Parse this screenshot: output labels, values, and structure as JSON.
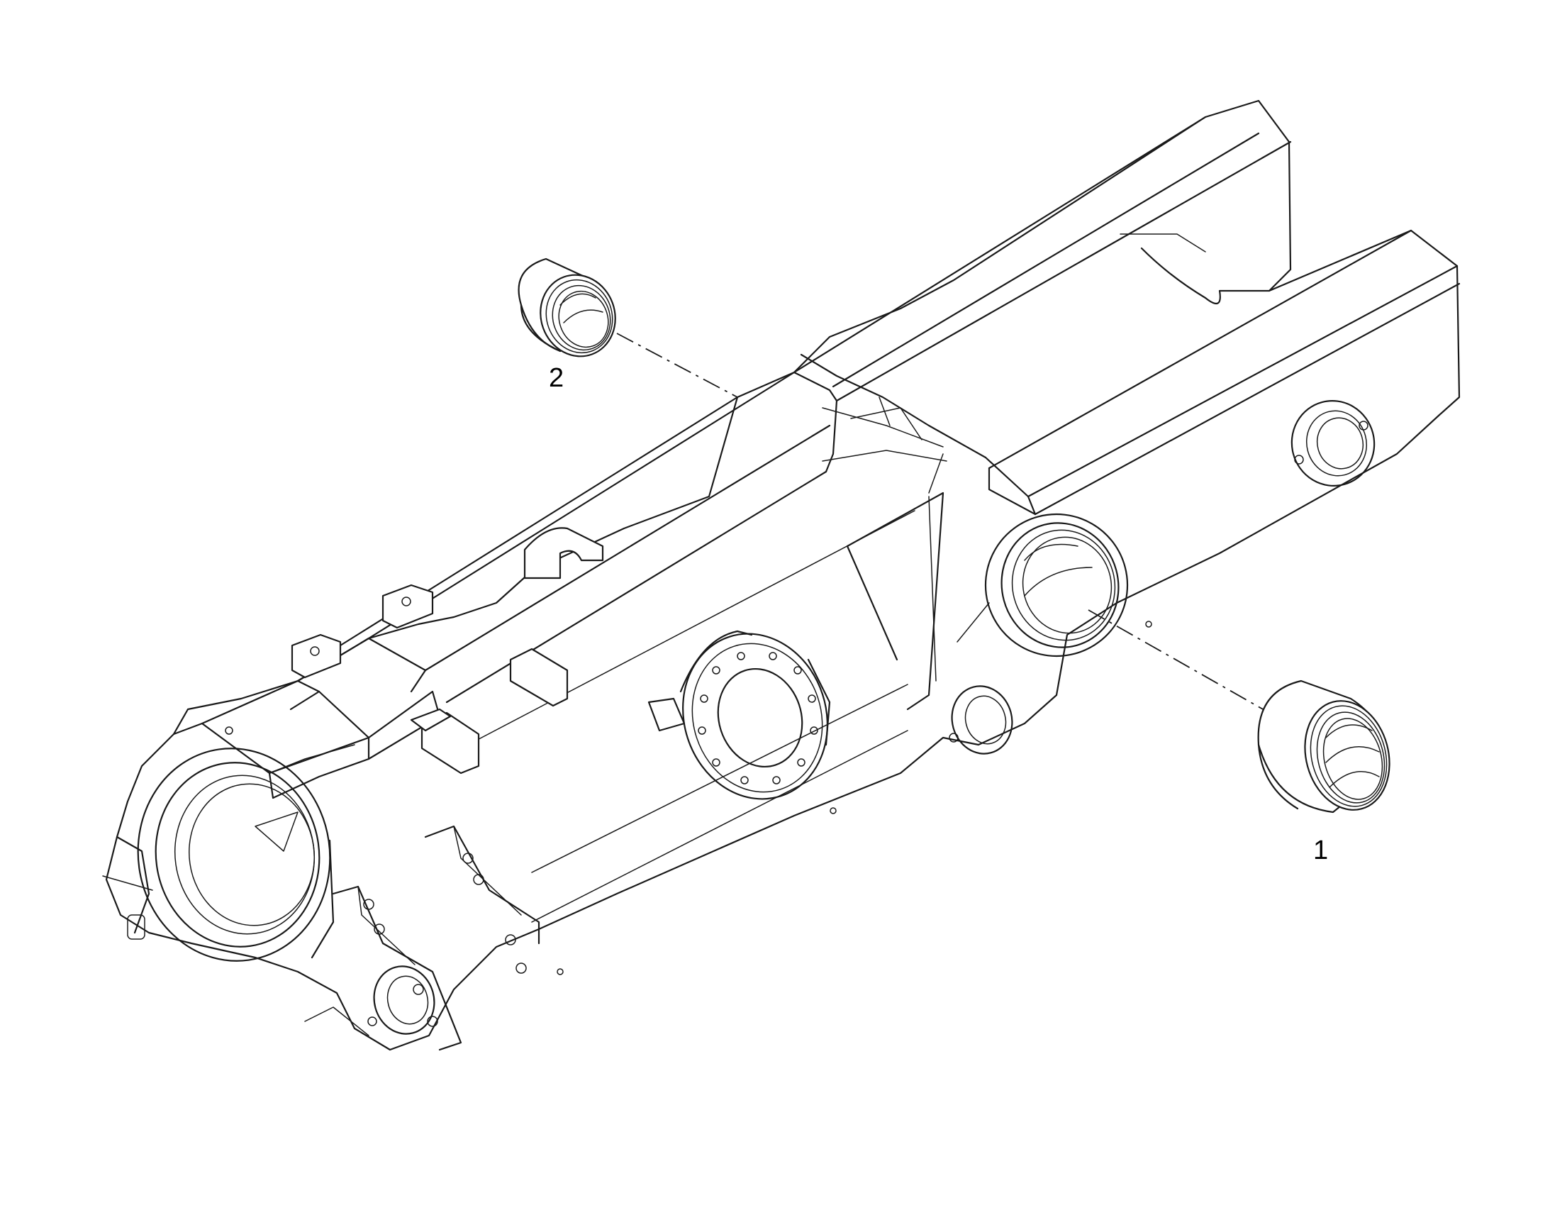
{
  "diagram": {
    "callouts": [
      {
        "id": "1",
        "label": "1"
      },
      {
        "id": "2",
        "label": "2"
      }
    ],
    "colors": {
      "line": "#1a1a1a",
      "background": "#ffffff"
    }
  }
}
